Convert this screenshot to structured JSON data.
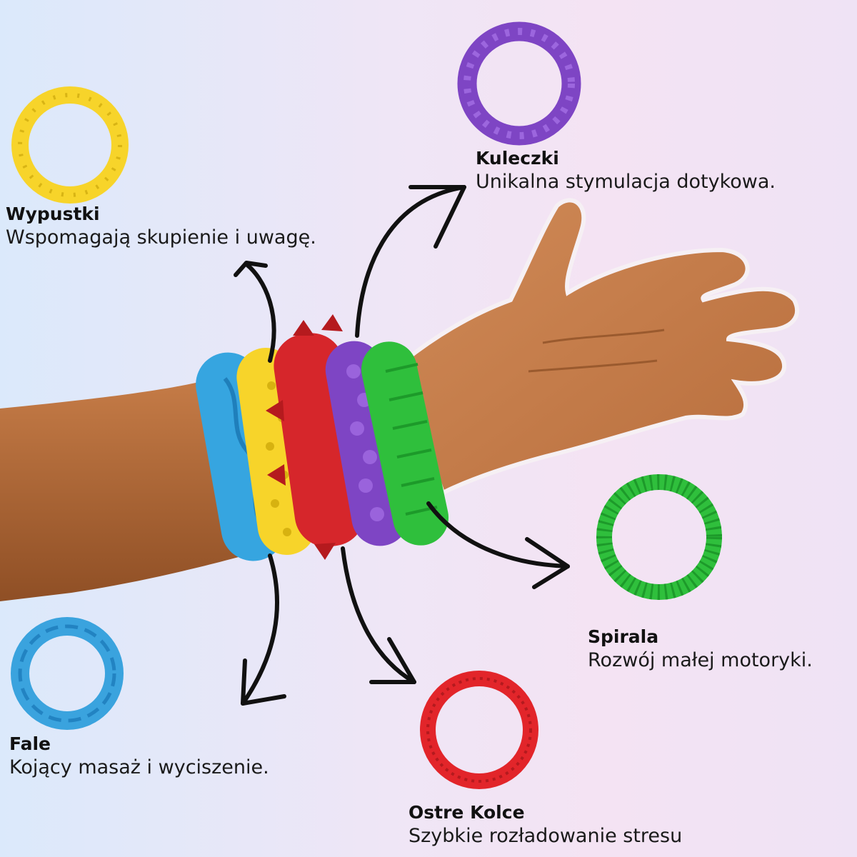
{
  "features": {
    "wypustki": {
      "name": "Wypustki",
      "desc": "Wspomagają skupienie i uwagę.",
      "color": "#f7d42a"
    },
    "kuleczki": {
      "name": "Kuleczki",
      "desc": "Unikalna stymulacja dotykowa.",
      "color": "#7e45c4"
    },
    "spirala": {
      "name": "Spirala",
      "desc": "Rozwój małej motoryki.",
      "color": "#2fbf3c"
    },
    "fale": {
      "name": "Fale",
      "desc": "Kojący masaż i wyciszenie.",
      "color": "#3aa3de"
    },
    "ostre_kolce": {
      "name": "Ostre Kolce",
      "desc": "Szybkie rozładowanie stresu",
      "color": "#e2252a"
    }
  },
  "skin_color": "#b8703f",
  "arrow_color": "#111111"
}
